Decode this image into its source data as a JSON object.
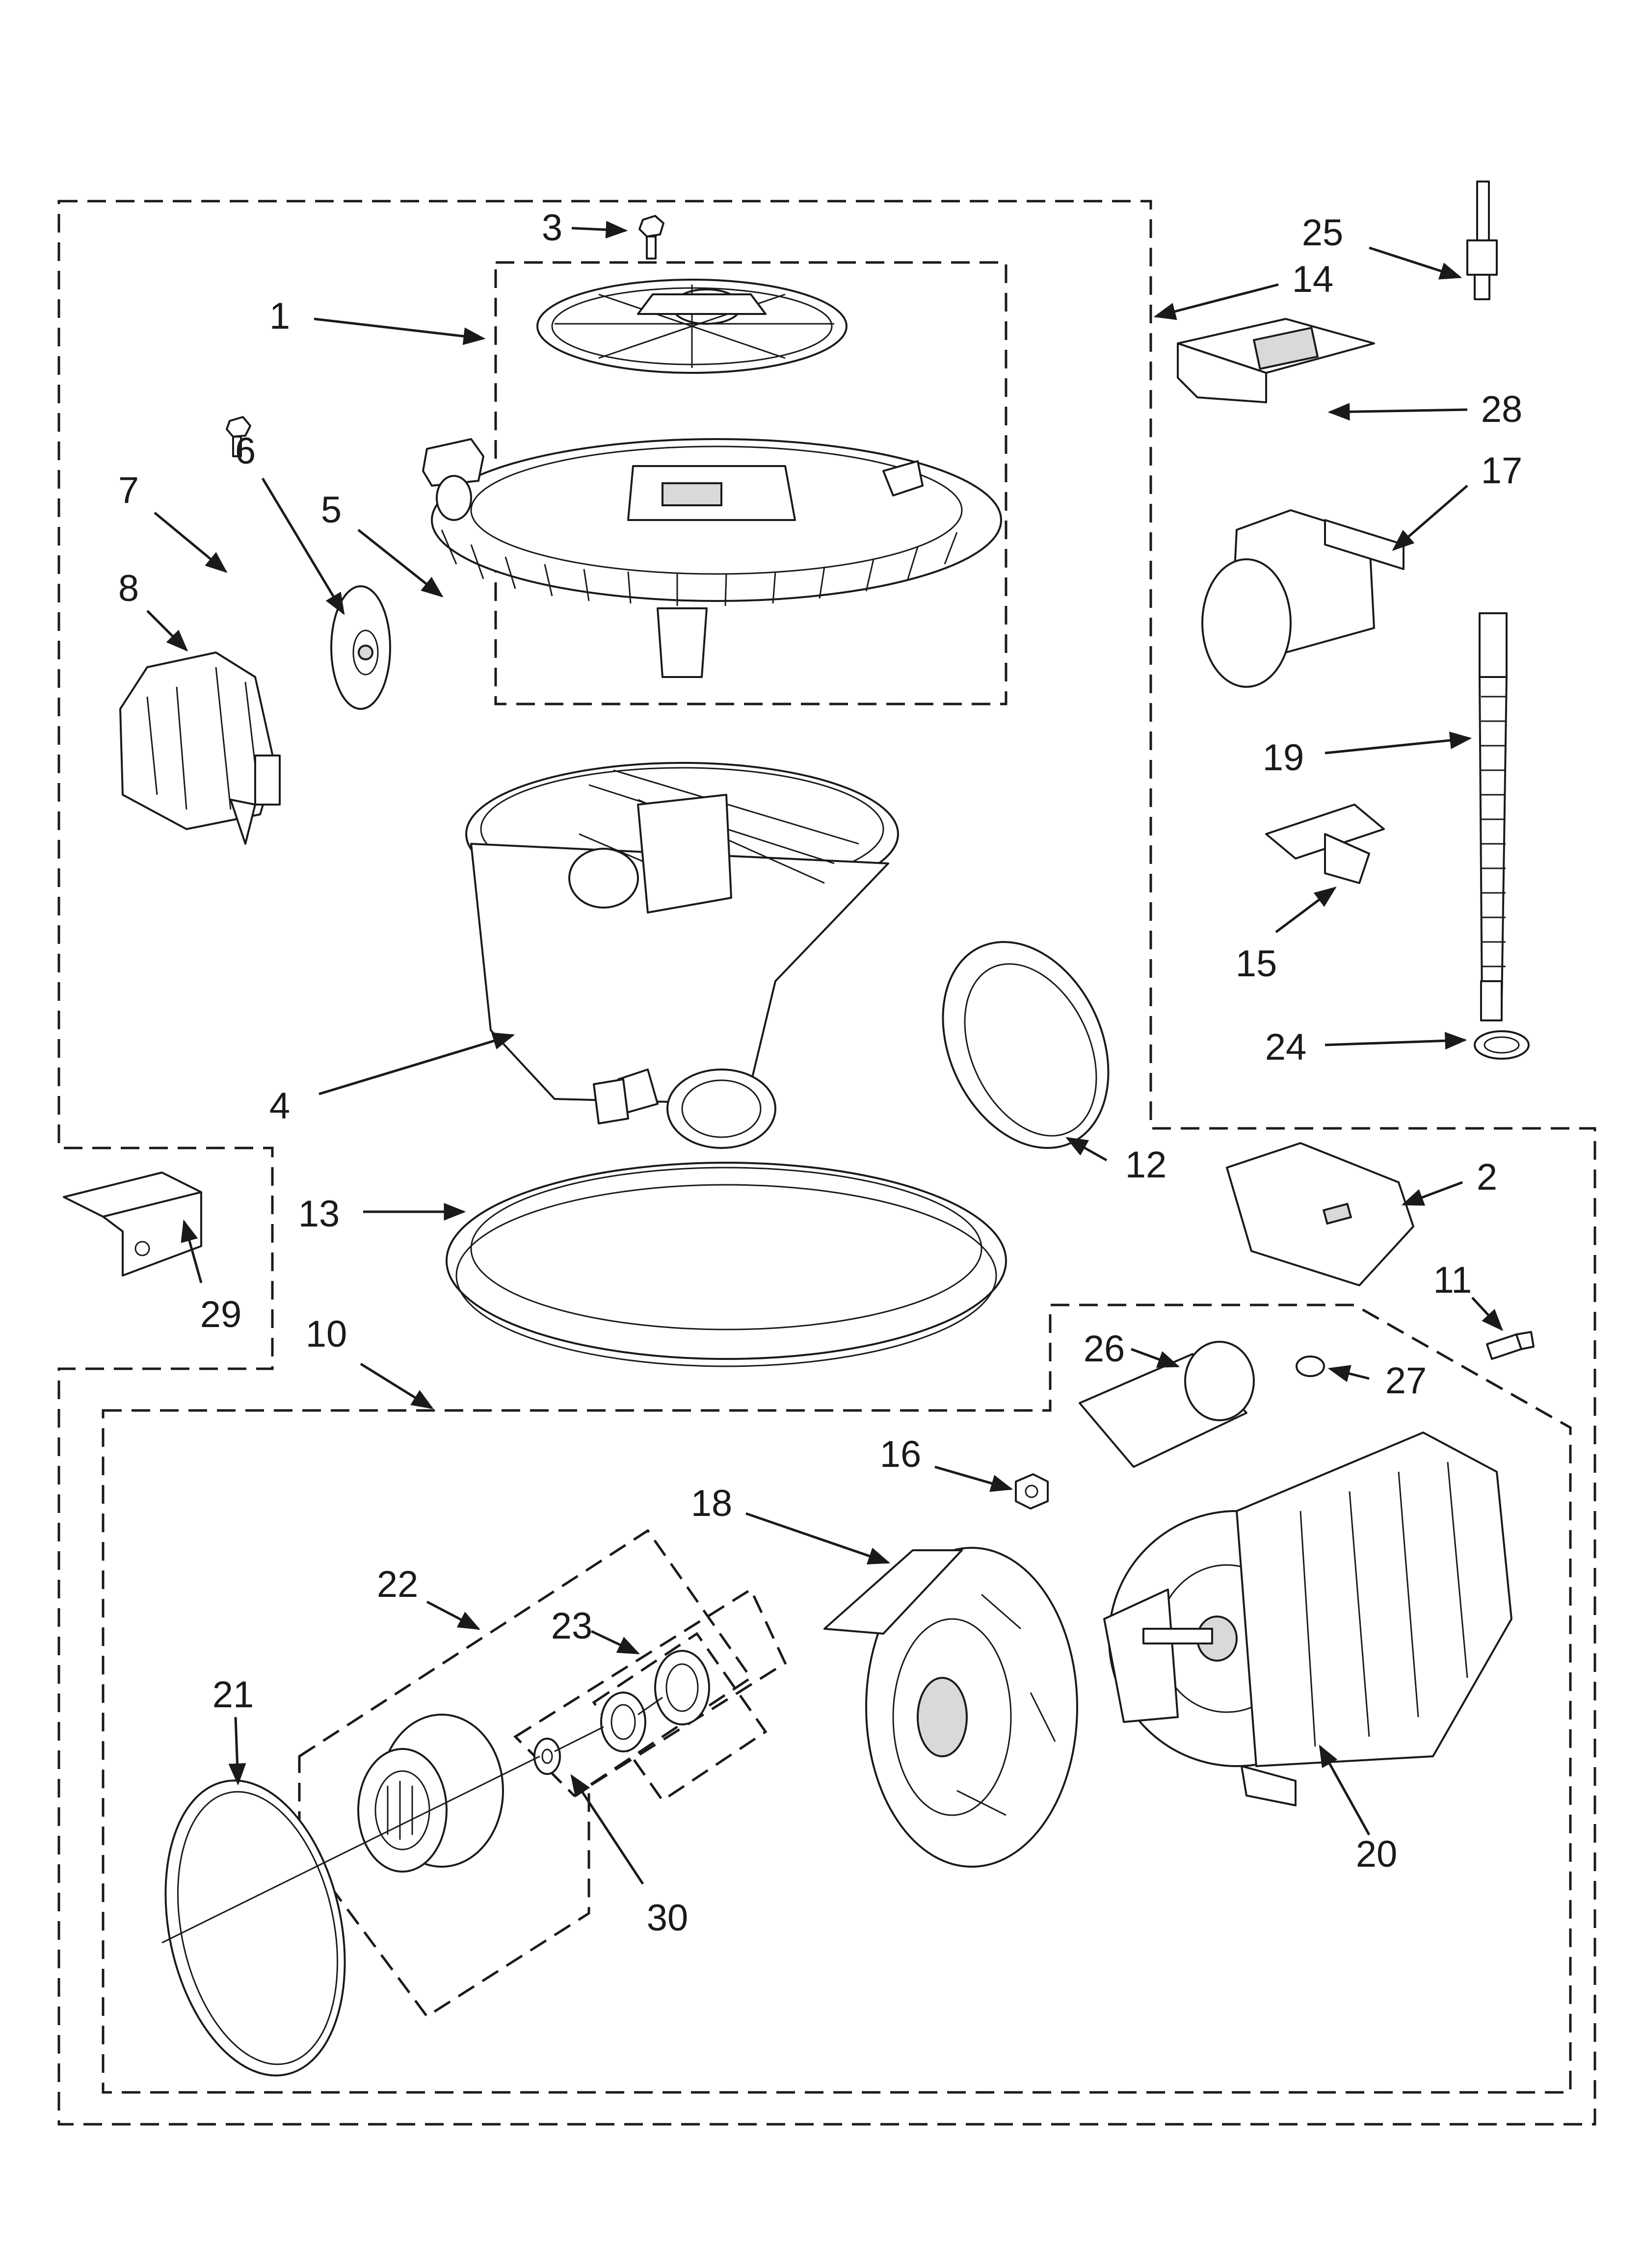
{
  "callouts": [
    {
      "id": "c1",
      "label": "1"
    },
    {
      "id": "c2",
      "label": "2"
    },
    {
      "id": "c3",
      "label": "3"
    },
    {
      "id": "c4",
      "label": "4"
    },
    {
      "id": "c5",
      "label": "5"
    },
    {
      "id": "c6",
      "label": "6"
    },
    {
      "id": "c7",
      "label": "7"
    },
    {
      "id": "c8",
      "label": "8"
    },
    {
      "id": "c10",
      "label": "10"
    },
    {
      "id": "c11",
      "label": "11"
    },
    {
      "id": "c12",
      "label": "12"
    },
    {
      "id": "c13",
      "label": "13"
    },
    {
      "id": "c14",
      "label": "14"
    },
    {
      "id": "c15",
      "label": "15"
    },
    {
      "id": "c16",
      "label": "16"
    },
    {
      "id": "c17",
      "label": "17"
    },
    {
      "id": "c18",
      "label": "18"
    },
    {
      "id": "c19",
      "label": "19"
    },
    {
      "id": "c20",
      "label": "20"
    },
    {
      "id": "c21",
      "label": "21"
    },
    {
      "id": "c22",
      "label": "22"
    },
    {
      "id": "c23",
      "label": "23"
    },
    {
      "id": "c24",
      "label": "24"
    },
    {
      "id": "c25",
      "label": "25"
    },
    {
      "id": "c26",
      "label": "26"
    },
    {
      "id": "c27",
      "label": "27"
    },
    {
      "id": "c28",
      "label": "28"
    },
    {
      "id": "c29",
      "label": "29"
    },
    {
      "id": "c30",
      "label": "30"
    }
  ]
}
